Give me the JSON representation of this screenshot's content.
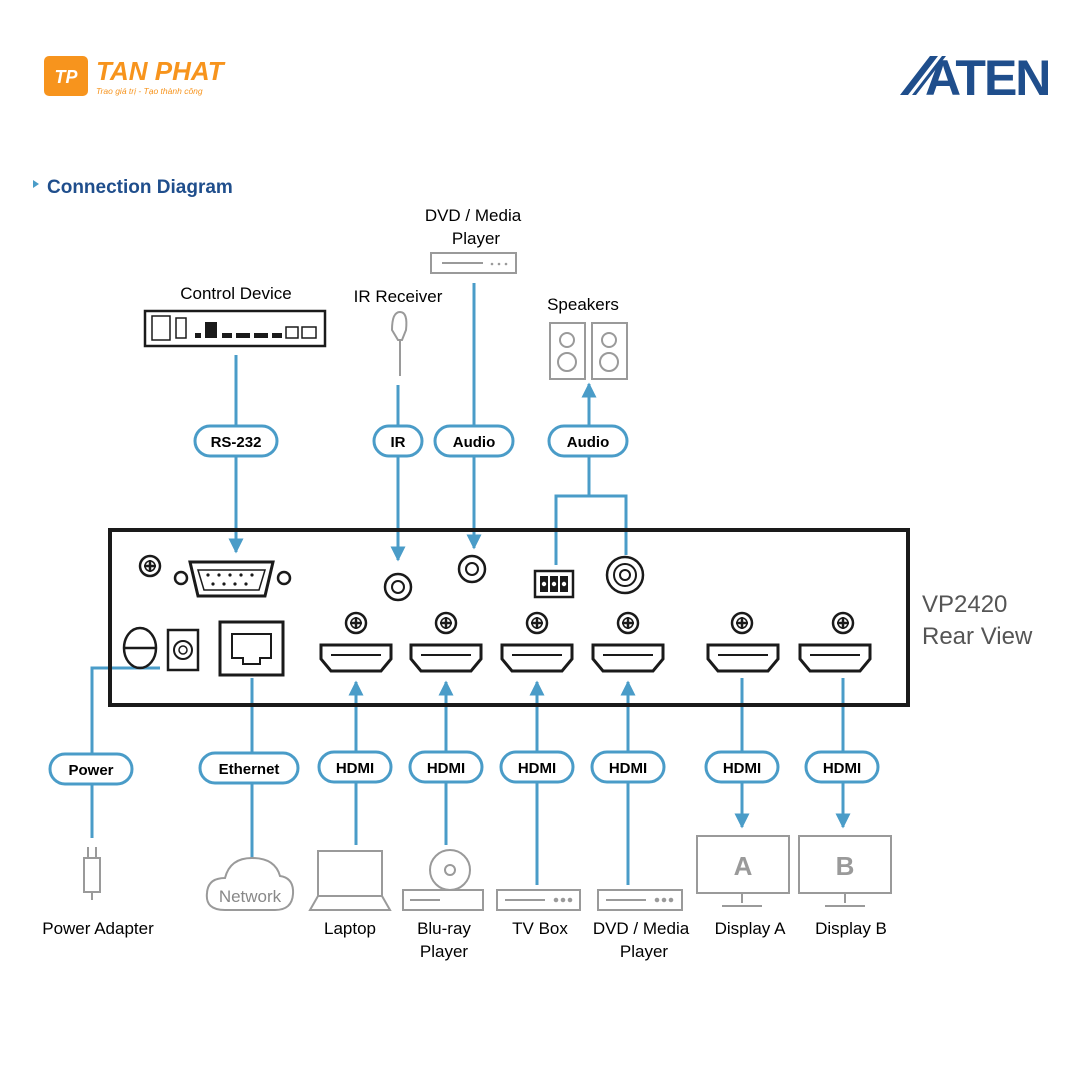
{
  "header": {
    "brand_mark": "TP",
    "brand_name": "TAN PHAT",
    "brand_tagline": "Trao giá trị - Tạo thành công",
    "vendor_logo": "ATEN"
  },
  "section": {
    "title": "Connection Diagram"
  },
  "device": {
    "model": "VP2420",
    "view": "Rear View"
  },
  "top_devices": {
    "control_device": "Control Device",
    "ir_receiver": "IR Receiver",
    "dvd_line1": "DVD / Media",
    "dvd_line2": "Player",
    "speakers": "Speakers"
  },
  "top_cables": {
    "rs232": "RS-232",
    "ir": "IR",
    "audio_in": "Audio",
    "audio_out": "Audio"
  },
  "bottom_cables": {
    "power": "Power",
    "ethernet": "Ethernet",
    "hdmi_1": "HDMI",
    "hdmi_2": "HDMI",
    "hdmi_3": "HDMI",
    "hdmi_4": "HDMI",
    "hdmi_5": "HDMI",
    "hdmi_6": "HDMI"
  },
  "bottom_devices": {
    "power_adapter": "Power Adapter",
    "network": "Network",
    "laptop": "Laptop",
    "bluray_line1": "Blu-ray",
    "bluray_line2": "Player",
    "tvbox": "TV Box",
    "dvd_line1": "DVD / Media",
    "dvd_line2": "Player",
    "display_a_letter": "A",
    "display_a": "Display A",
    "display_b_letter": "B",
    "display_b": "Display B"
  },
  "colors": {
    "accent_blue": "#4a9cc8",
    "title_blue": "#1f4e8c",
    "brand_orange": "#f7941d",
    "device_gray": "#9a9a9a",
    "outline": "#1a1a1a"
  },
  "icons": [
    "triangle-bullet-icon",
    "hdmi-port-icon",
    "screw-icon",
    "rj45-port-icon",
    "db9-port-icon",
    "audio-jack-icon",
    "terminal-block-icon",
    "dc-power-port-icon",
    "ground-screw-icon",
    "laptop-icon",
    "cloud-icon",
    "monitor-icon",
    "speaker-icon",
    "plug-icon",
    "ir-sensor-icon"
  ]
}
